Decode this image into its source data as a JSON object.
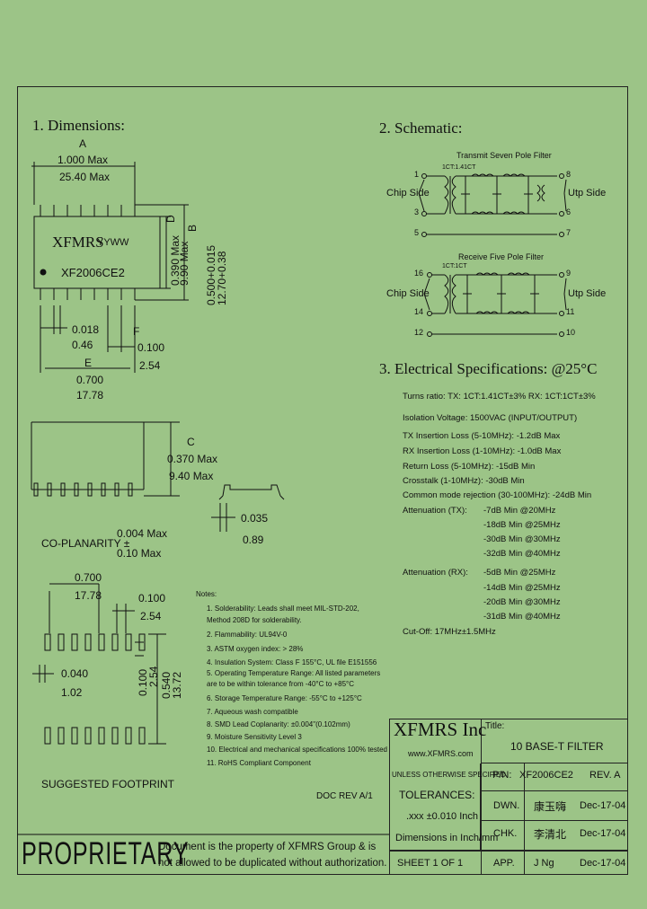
{
  "sections": {
    "dimensions": "1. Dimensions:",
    "schematic": "2. Schematic:",
    "electrical": "3. Electrical   Specifications: @25°C"
  },
  "dims": {
    "A_letter": "A",
    "A_in": "1.000 Max",
    "A_mm": "25.40 Max",
    "part_brand": "XFMRS",
    "part_date": "YYWW",
    "part_number": "XF2006CE2",
    "D_letter": "D",
    "D_in": "0.390 Max",
    "D_mm": "9.90 Max",
    "B_letter": "B",
    "B_in": "0.500+0.015",
    "B_mm": "12.70+0.38",
    "lead_in": "0.018",
    "lead_mm": "0.46",
    "F_letter": "F",
    "F_in": "0.100",
    "F_mm": "2.54",
    "E_letter": "E",
    "E_in": "0.700",
    "E_mm": "17.78",
    "C_letter": "C",
    "C_in": "0.370 Max",
    "C_mm": "9.40 Max",
    "foot_in": "0.035",
    "foot_mm": "0.89",
    "coplanarity_label": "CO-PLANARITY ±",
    "coplanarity_in": "0.004 Max",
    "coplanarity_mm": "0.10 Max"
  },
  "footprint": {
    "w_in": "0.700",
    "w_mm": "17.78",
    "pitch_in": "0.100",
    "pitch_mm": "2.54",
    "pad_in": "0.040",
    "pad_mm": "1.02",
    "v_pitch_in": "0.100",
    "v_pitch_mm": "2.54",
    "row_in": "0.540",
    "row_mm": "13.72",
    "label": "SUGGESTED FOOTPRINT"
  },
  "schematic": {
    "tx_title": "Transmit Seven Pole Filter",
    "rx_title": "Receive Five Pole Filter",
    "chip_side": "Chip Side",
    "utp_side": "Utp Side",
    "tx_ratio_label": "1CT:1.41CT",
    "rx_ratio_label": "1CT:1CT",
    "tx_pins_left": [
      "1",
      "3",
      "5"
    ],
    "tx_pins_right": [
      "8",
      "6",
      "7"
    ],
    "rx_pins_left": [
      "16",
      "14",
      "12"
    ],
    "rx_pins_right": [
      "9",
      "11",
      "10"
    ]
  },
  "electrical": {
    "lines": [
      "Turns ratio: TX: 1CT:1.41CT±3%   RX: 1CT:1CT±3%",
      "Isolation Voltage: 1500VAC (INPUT/OUTPUT)",
      "TX Insertion Loss (5-10MHz): -1.2dB Max",
      "RX Insertion Loss (1-10MHz): -1.0dB Max",
      "Return Loss (5-10MHz): -15dB Min",
      "Crosstalk (1-10MHz): -30dB Min",
      "Common mode rejection (30-100MHz): -24dB Min"
    ],
    "atten_tx_label": "Attenuation (TX):",
    "atten_tx": [
      "-7dB Min @20MHz",
      "-18dB Min @25MHz",
      "-30dB Min @30MHz",
      "-32dB Min @40MHz"
    ],
    "atten_rx_label": "Attenuation (RX):",
    "atten_rx": [
      "-5dB Min @25MHz",
      "-14dB Min @25MHz",
      "-20dB Min @30MHz",
      "-31dB Min @40MHz"
    ],
    "cutoff": "Cut-Off: 17MHz±1.5MHz"
  },
  "notes": {
    "title": "Notes:",
    "items": [
      "1. Solderability: Leads shall meet MIL-STD-202,",
      "    Method 208D for solderability.",
      "2. Flammability: UL94V-0",
      "3. ASTM oxygen index: > 28%",
      "4. Insulation System: Class F 155°C, UL file E151556",
      "5. Operating Temperature Range: All listed parameters",
      "    are to be within tolerance from -40°C to +85°C",
      "6. Storage Temperature Range: -55°C to +125°C",
      "7. Aqueous wash compatible",
      "8. SMD Lead Coplanarity: ±0.004\"(0.102mm)",
      "9. Moisture Sensitivity Level 3",
      "10. Electrical and mechanical specifications 100% tested",
      "11. RoHS Compliant Component"
    ]
  },
  "doc_rev": "DOC REV A/1",
  "proprietary": {
    "title": "PROPRIETARY",
    "line1": "Document is the property of XFMRS Group & is",
    "line2": "not allowed to be duplicated without authorization."
  },
  "title_block": {
    "company": "XFMRS Inc",
    "website": "www.XFMRS.com",
    "title_label": "Title:",
    "title": "10 BASE-T FILTER",
    "unless": "UNLESS OTHERWISE SPECIFIED",
    "pn_label": "P/N:",
    "pn": "XF2006CE2",
    "rev": "REV. A",
    "tolerances": "TOLERANCES:",
    "tol_value": ".xxx ±0.010 Inch",
    "dimensions_unit": "Dimensions in Inch/mm",
    "sheet": "SHEET  1  OF  1",
    "rows": [
      {
        "label": "DWN.",
        "name": "康玉嗨",
        "date": "Dec-17-04"
      },
      {
        "label": "CHK.",
        "name": "李清北",
        "date": "Dec-17-04"
      },
      {
        "label": "APP.",
        "name": "J Ng",
        "date": "Dec-17-04"
      }
    ]
  }
}
